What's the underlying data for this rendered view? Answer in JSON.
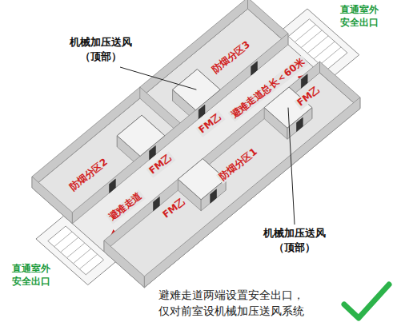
{
  "diagram": {
    "caption": "避难走道两端设置安全出口， 仅对前室设机械加压送风系统",
    "labels": [
      "机械加压送风 （顶部）",
      "直通室外 安全出口",
      "防烟分区3",
      "避难走道总长＜60米",
      "防烟分区2",
      "FM乙",
      "FM乙",
      "避难走道",
      "防烟分区1",
      "FM乙",
      "FM乙",
      "机械加压送风 （顶部）",
      "直通室外 安全出口"
    ]
  }
}
